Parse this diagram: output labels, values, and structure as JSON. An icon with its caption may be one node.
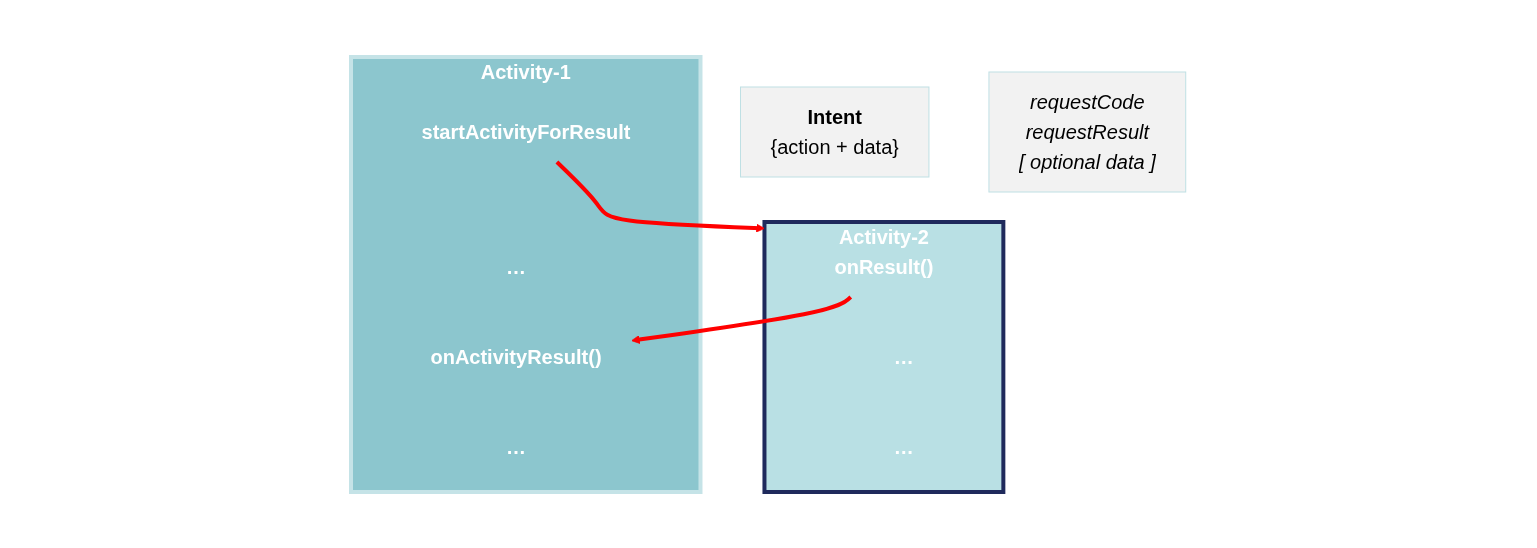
{
  "diagram": {
    "nodes": [
      {
        "text": [
          "Activity-1"
        ]
      },
      {
        "text": [
          "startActivityForResult"
        ],
        "in": 0
      },
      {
        "text": [
          "…"
        ],
        "in": 0
      },
      {
        "text": [
          "onActivityResult()"
        ],
        "in": 0
      },
      {
        "text": [
          "…"
        ],
        "in": 0
      },
      {
        "text": [
          "Intent",
          "{action + data}"
        ]
      },
      {
        "text": [
          "Activity-2"
        ]
      },
      {
        "text": [
          "onResult()"
        ],
        "in": 6
      },
      {
        "text": [
          "…"
        ],
        "in": 6
      },
      {
        "text": [
          "…"
        ],
        "in": 6
      },
      {
        "text": [
          "requestCode",
          "requestResult",
          "[ optional data ]"
        ]
      }
    ],
    "edges": [
      {
        "from": 1,
        "to": 6,
        "arrow": "to"
      },
      {
        "from": 7,
        "to": 3,
        "arrow": "to"
      }
    ]
  }
}
